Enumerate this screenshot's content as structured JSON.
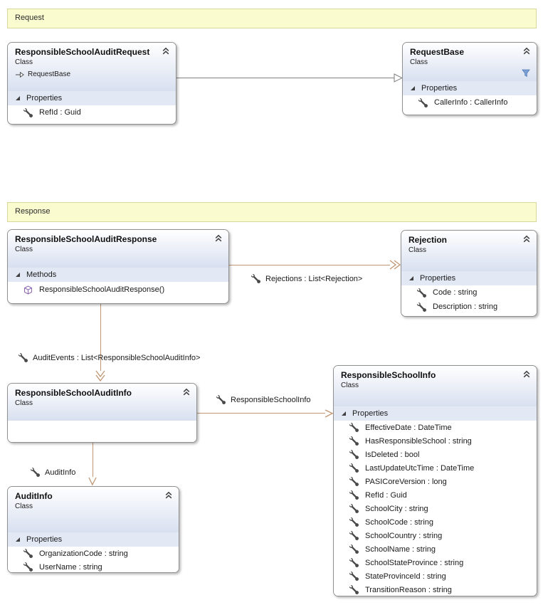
{
  "diagram": {
    "bands": {
      "request": "Request",
      "response": "Response"
    },
    "nodes": {
      "audit_request": {
        "title": "ResponsibleSchoolAuditRequest",
        "kind": "Class",
        "inherits": "RequestBase",
        "section": "Properties",
        "members": [
          "RefId : Guid"
        ]
      },
      "request_base": {
        "title": "RequestBase",
        "kind": "Class",
        "section": "Properties",
        "members": [
          "CallerInfo : CallerInfo"
        ]
      },
      "audit_response": {
        "title": "ResponsibleSchoolAuditResponse",
        "kind": "Class",
        "section": "Methods",
        "members": [
          "ResponsibleSchoolAuditResponse()"
        ]
      },
      "rejection": {
        "title": "Rejection",
        "kind": "Class",
        "section": "Properties",
        "members": [
          "Code : string",
          "Description : string"
        ]
      },
      "audit_info_node": {
        "title": "ResponsibleSchoolAuditInfo",
        "kind": "Class"
      },
      "school_info": {
        "title": "ResponsibleSchoolInfo",
        "kind": "Class",
        "section": "Properties",
        "members": [
          "EffectiveDate : DateTime",
          "HasResponsibleSchool : string",
          "IsDeleted : bool",
          "LastUpdateUtcTime : DateTime",
          "PASICoreVersion : long",
          "RefId : Guid",
          "SchoolCity : string",
          "SchoolCode : string",
          "SchoolCountry : string",
          "SchoolName : string",
          "SchoolStateProvince : string",
          "StateProvinceId : string",
          "TransitionReason : string"
        ]
      },
      "audit_info": {
        "title": "AuditInfo",
        "kind": "Class",
        "section": "Properties",
        "members": [
          "OrganizationCode : string",
          "UserName : string"
        ]
      }
    },
    "edges": {
      "rejections": "Rejections : List<Rejection>",
      "audit_events": "AuditEvents : List<ResponsibleSchoolAuditInfo>",
      "school_info": "ResponsibleSchoolInfo",
      "audit_info": "AuditInfo"
    },
    "colors": {
      "band_fill": "#FBFBD0",
      "band_border": "#D8D89E",
      "header_gradient_end": "#D8E0F0",
      "section_fill": "#E2E9F5",
      "box_border": "#909090",
      "association_line": "#BF9674",
      "inheritance_line": "#7F7F7F",
      "method_icon": "#7A52A8",
      "filter_icon": "#6F97CE"
    }
  }
}
